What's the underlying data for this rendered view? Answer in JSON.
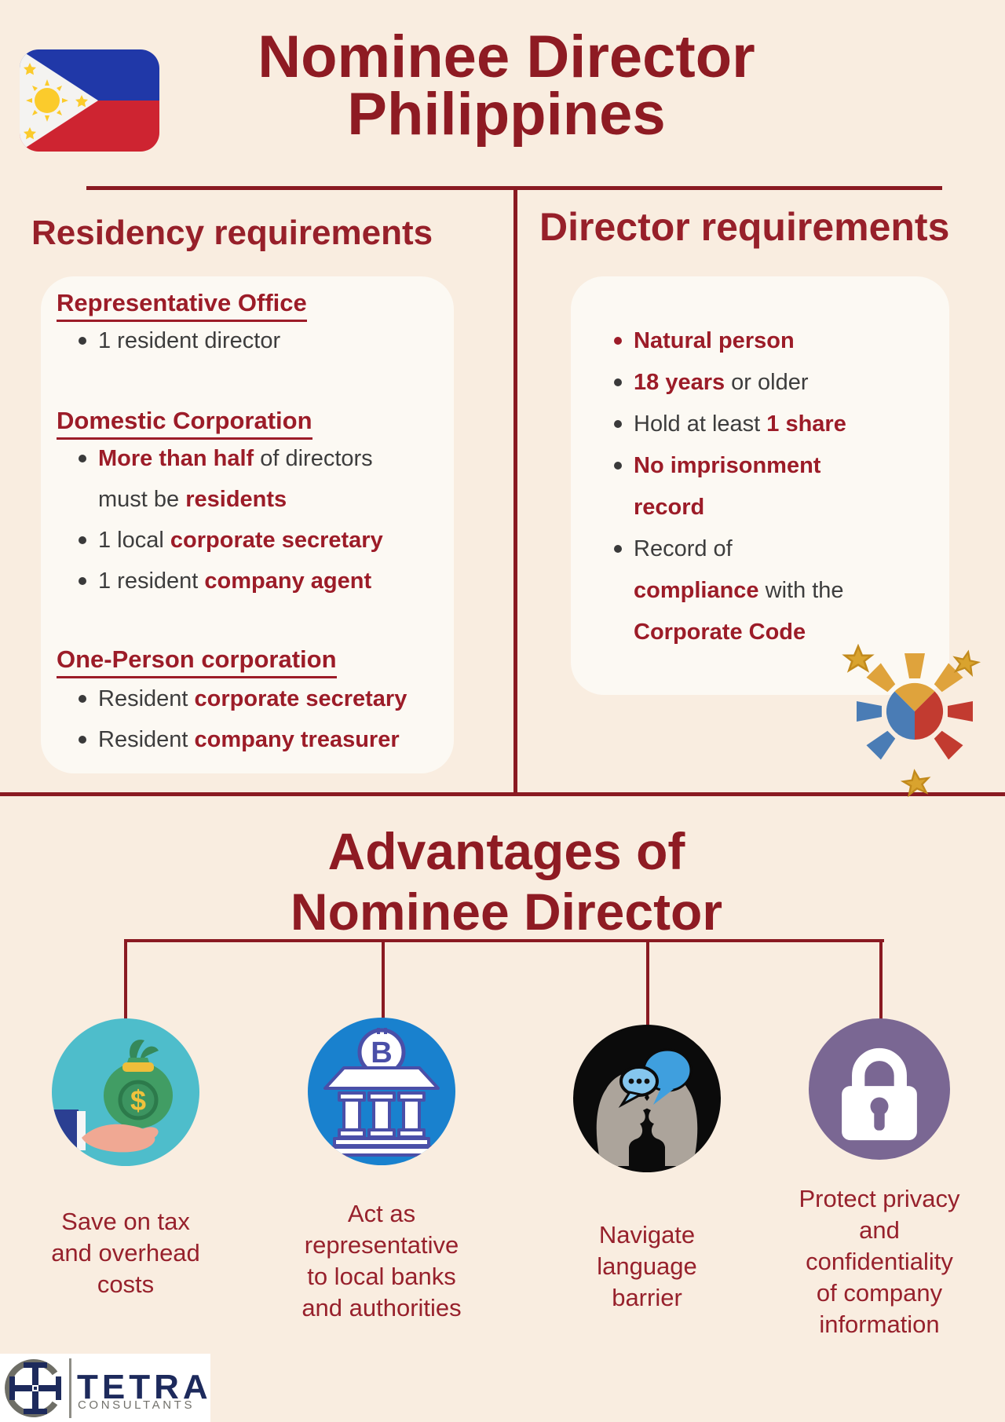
{
  "header": {
    "title_line1": "Nominee Director",
    "title_line2": "Philippines",
    "flag_icon": "philippines-flag-icon"
  },
  "residency": {
    "heading": "Residency requirements",
    "sections": [
      {
        "title": "Representative Office",
        "bullets": [
          {
            "segments": [
              {
                "text": "1 resident director",
                "red": false
              }
            ]
          }
        ]
      },
      {
        "title": "Domestic Corporation",
        "bullets": [
          {
            "segments": [
              {
                "text": "More than half",
                "red": true
              },
              {
                "text": " of directors",
                "red": false
              },
              {
                "text": "must be ",
                "red": false
              },
              {
                "text": "residents",
                "red": true
              }
            ]
          },
          {
            "segments": [
              {
                "text": "1 local ",
                "red": false
              },
              {
                "text": "corporate secretary",
                "red": true
              }
            ]
          },
          {
            "segments": [
              {
                "text": "1 resident ",
                "red": false
              },
              {
                "text": "company agent",
                "red": true
              }
            ]
          }
        ]
      },
      {
        "title": "One-Person corporation",
        "bullets": [
          {
            "segments": [
              {
                "text": "Resident ",
                "red": false
              },
              {
                "text": "corporate secretary",
                "red": true
              }
            ]
          },
          {
            "segments": [
              {
                "text": "Resident ",
                "red": false
              },
              {
                "text": "company treasurer",
                "red": true
              }
            ]
          }
        ]
      }
    ]
  },
  "director": {
    "heading": "Director requirements",
    "bullets": [
      {
        "dot": "red",
        "segments": [
          {
            "text": "Natural person",
            "red": true
          }
        ]
      },
      {
        "dot": "dark",
        "segments": [
          {
            "text": "18 years",
            "red": true
          },
          {
            "text": " or older",
            "red": false
          }
        ]
      },
      {
        "dot": "dark",
        "segments": [
          {
            "text": "Hold at least ",
            "red": false
          },
          {
            "text": "1 share",
            "red": true
          }
        ]
      },
      {
        "dot": "dark",
        "segments": [
          {
            "text": "No imprisonment",
            "red": true
          },
          {
            "text": "record",
            "red": true
          }
        ]
      },
      {
        "dot": "dark",
        "segments": [
          {
            "text": "Record of",
            "red": false
          },
          {
            "text": "compliance",
            "red": true
          },
          {
            "text": " with the",
            "red": false
          },
          {
            "text": "Corporate Code",
            "red": true
          }
        ]
      }
    ]
  },
  "advantages": {
    "title_line1": "Advantages of",
    "title_line2": "Nominee Director",
    "items": [
      {
        "icon": "money-bag-hand-icon",
        "circle_color": "#4EBDCB",
        "lines": [
          "Save on tax",
          "and overhead",
          "costs"
        ]
      },
      {
        "icon": "bank-bitcoin-icon",
        "circle_color": "#1981CE",
        "lines": [
          "Act as",
          "representative",
          "to local banks",
          "and authorities"
        ]
      },
      {
        "icon": "conversation-heads-icon",
        "circle_color": "#0B0B0B",
        "lines": [
          "Navigate",
          "language",
          "barrier"
        ]
      },
      {
        "icon": "padlock-icon",
        "circle_color": "#7A6793",
        "lines": [
          "Protect privacy",
          "and",
          "confidentiality",
          "of company",
          "information"
        ]
      }
    ]
  },
  "decorations": {
    "sun_icon": "philippine-sun-stars-icon",
    "divider_color": "#8A1A22",
    "background_color": "#F9EDE0",
    "card_color": "#FCF9F3",
    "title_color": "#8E1B23",
    "accent_color": "#9C1C28"
  },
  "footer": {
    "logo_icon": "tetra-consultants-logo-icon",
    "brand": "TETRA",
    "brand_sub": "CONSULTANTS"
  }
}
